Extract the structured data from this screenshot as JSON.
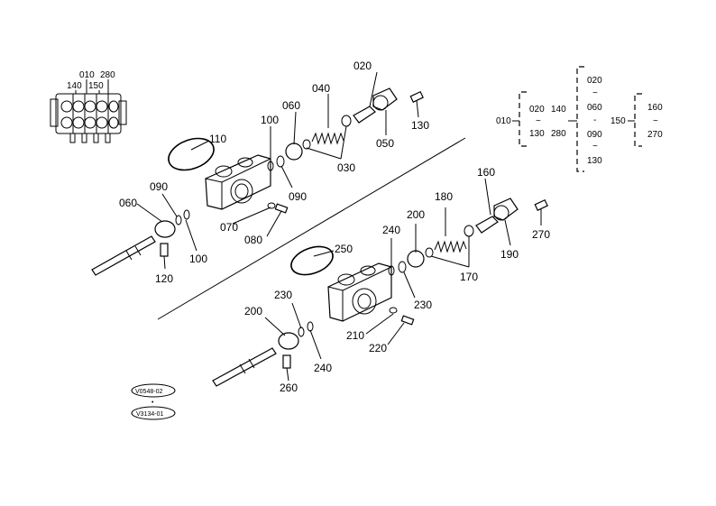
{
  "thumbnail": {
    "labels": [
      "010",
      "280",
      "140",
      "150"
    ]
  },
  "callouts": {
    "upper": [
      "020",
      "040",
      "060",
      "100",
      "130",
      "050",
      "030",
      "090",
      "110",
      "070",
      "080",
      "090",
      "060",
      "100",
      "120"
    ],
    "lower": [
      "160",
      "180",
      "200",
      "240",
      "250",
      "270",
      "190",
      "170",
      "230",
      "230",
      "200",
      "240",
      "210",
      "220",
      "260"
    ]
  },
  "assembly_legend": {
    "main": "010",
    "group1": [
      "020",
      "~",
      "130",
      "140",
      "280"
    ],
    "group2": [
      "020",
      "~",
      "060",
      "-",
      "090",
      "~",
      "130"
    ],
    "mid": "150",
    "group3": [
      "160",
      "~",
      "270"
    ]
  },
  "references": {
    "ref1": "V0548-02",
    "sep": "•",
    "ref2": "V3134-01"
  }
}
